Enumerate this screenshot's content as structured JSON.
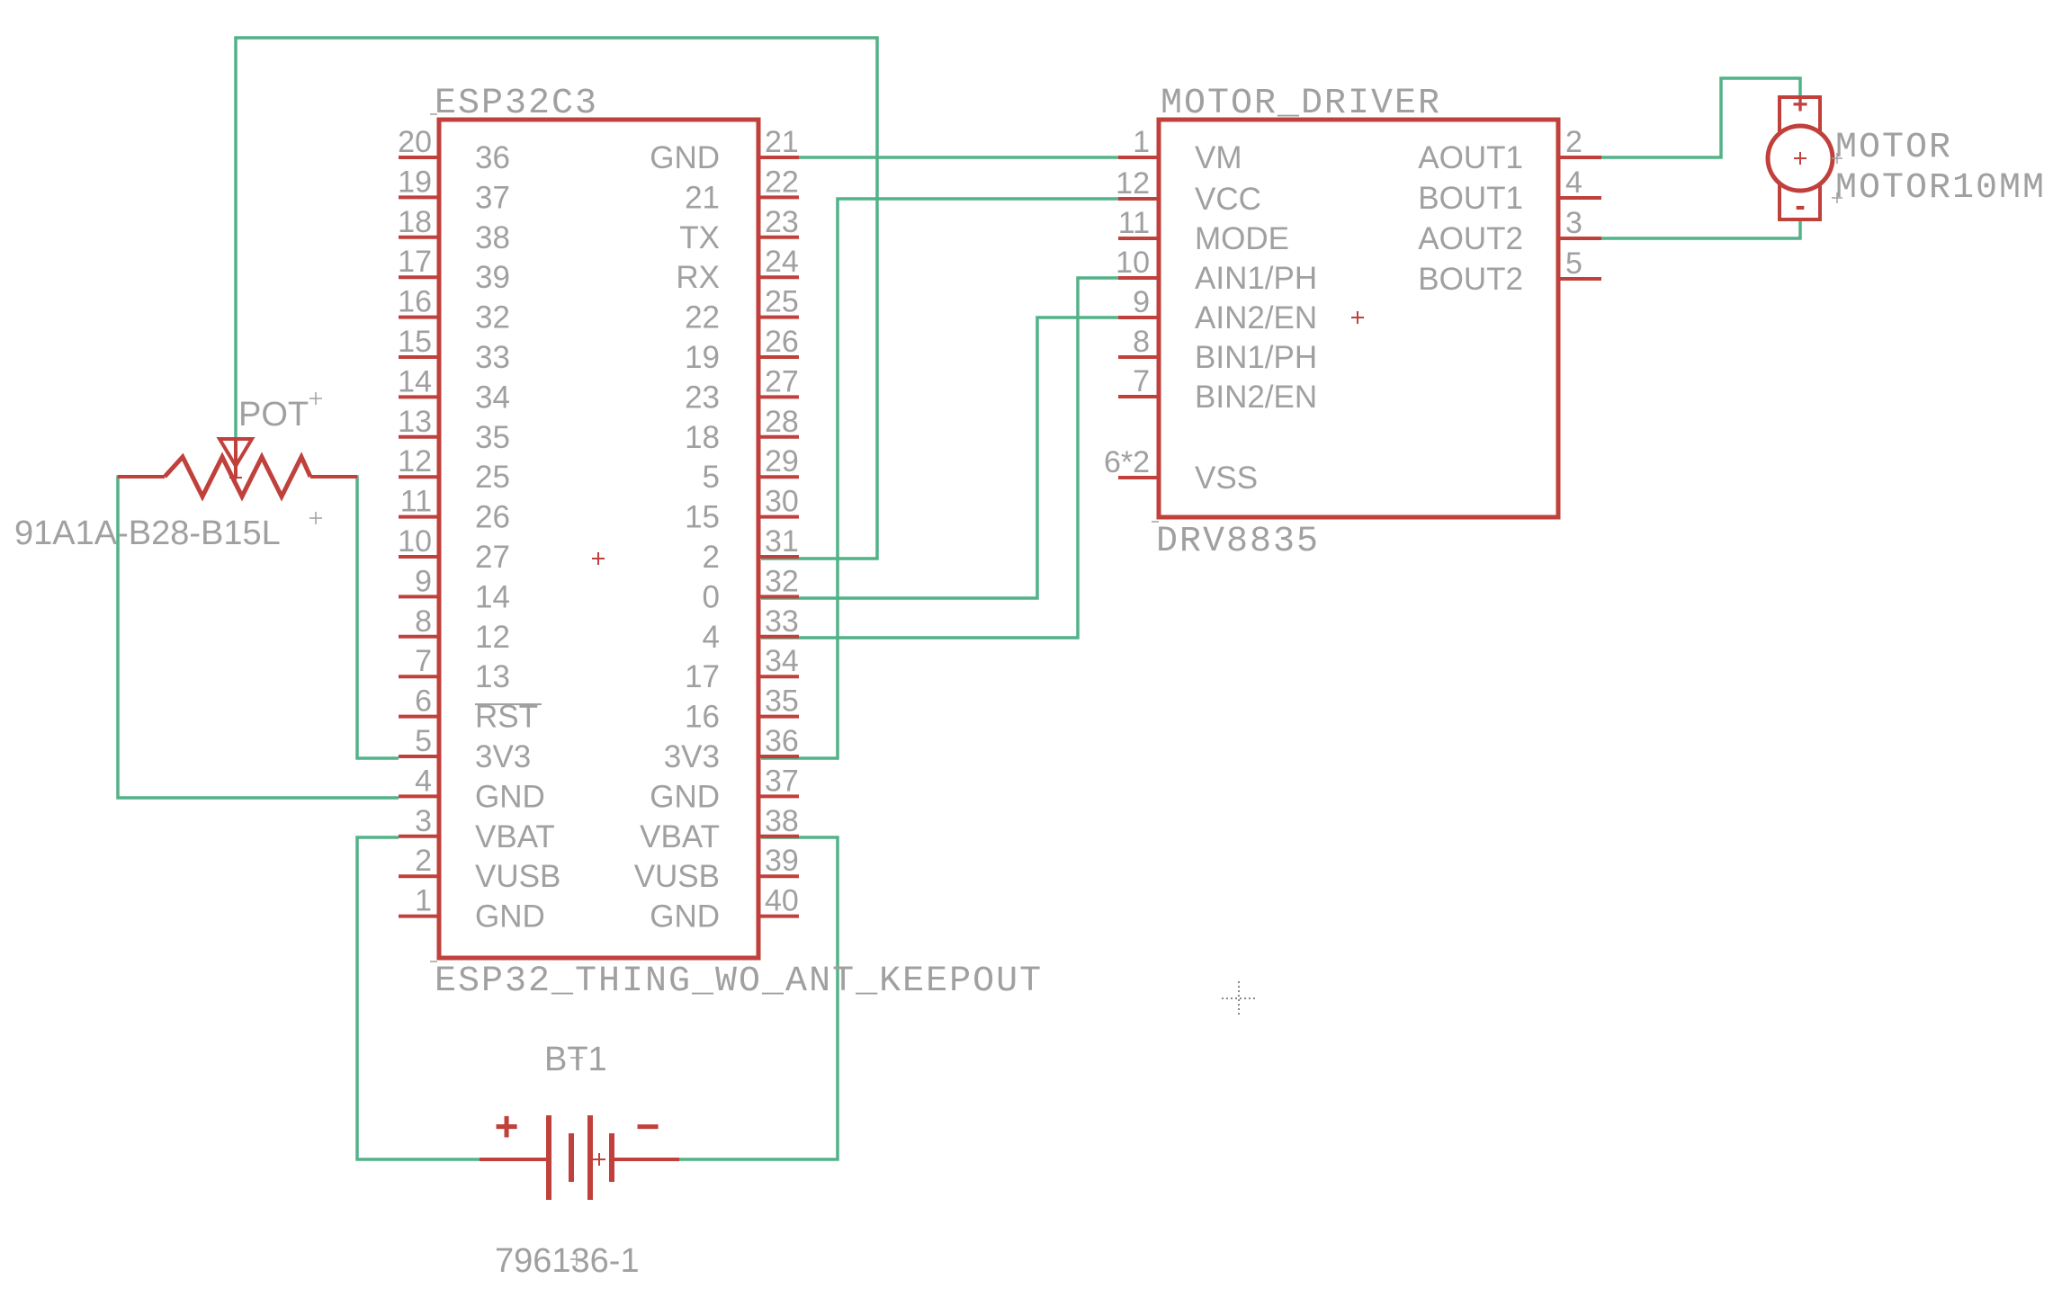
{
  "esp32": {
    "name": "ESP32C3",
    "value": "ESP32_THING_WO_ANT_KEEPOUT",
    "left_pins": [
      {
        "num": "20",
        "name": "36"
      },
      {
        "num": "19",
        "name": "37"
      },
      {
        "num": "18",
        "name": "38"
      },
      {
        "num": "17",
        "name": "39"
      },
      {
        "num": "16",
        "name": "32"
      },
      {
        "num": "15",
        "name": "33"
      },
      {
        "num": "14",
        "name": "34"
      },
      {
        "num": "13",
        "name": "35"
      },
      {
        "num": "12",
        "name": "25"
      },
      {
        "num": "11",
        "name": "26"
      },
      {
        "num": "10",
        "name": "27"
      },
      {
        "num": "9",
        "name": "14"
      },
      {
        "num": "8",
        "name": "12"
      },
      {
        "num": "7",
        "name": "13"
      },
      {
        "num": "6",
        "name": "RST"
      },
      {
        "num": "5",
        "name": "3V3"
      },
      {
        "num": "4",
        "name": "GND"
      },
      {
        "num": "3",
        "name": "VBAT"
      },
      {
        "num": "2",
        "name": "VUSB"
      },
      {
        "num": "1",
        "name": "GND"
      }
    ],
    "right_pins": [
      {
        "num": "21",
        "name": "GND"
      },
      {
        "num": "22",
        "name": "21"
      },
      {
        "num": "23",
        "name": "TX"
      },
      {
        "num": "24",
        "name": "RX"
      },
      {
        "num": "25",
        "name": "22"
      },
      {
        "num": "26",
        "name": "19"
      },
      {
        "num": "27",
        "name": "23"
      },
      {
        "num": "28",
        "name": "18"
      },
      {
        "num": "29",
        "name": "5"
      },
      {
        "num": "30",
        "name": "15"
      },
      {
        "num": "31",
        "name": "2"
      },
      {
        "num": "32",
        "name": "0"
      },
      {
        "num": "33",
        "name": "4"
      },
      {
        "num": "34",
        "name": "17"
      },
      {
        "num": "35",
        "name": "16"
      },
      {
        "num": "36",
        "name": "3V3"
      },
      {
        "num": "37",
        "name": "GND"
      },
      {
        "num": "38",
        "name": "VBAT"
      },
      {
        "num": "39",
        "name": "VUSB"
      },
      {
        "num": "40",
        "name": "GND"
      }
    ]
  },
  "driver": {
    "name": "MOTOR_DRIVER",
    "value": "DRV8835",
    "left_pins": [
      {
        "num": "1",
        "name": "VM"
      },
      {
        "num": "12",
        "name": "VCC"
      },
      {
        "num": "11",
        "name": "MODE"
      },
      {
        "num": "10",
        "name": "AIN1/PH"
      },
      {
        "num": "9",
        "name": "AIN2/EN"
      },
      {
        "num": "8",
        "name": "BIN1/PH"
      },
      {
        "num": "7",
        "name": "BIN2/EN"
      },
      {
        "num": "6*2",
        "name": "VSS"
      }
    ],
    "right_pins": [
      {
        "num": "2",
        "name": "AOUT1"
      },
      {
        "num": "4",
        "name": "BOUT1"
      },
      {
        "num": "3",
        "name": "AOUT2"
      },
      {
        "num": "5",
        "name": "BOUT2"
      }
    ]
  },
  "motor": {
    "name": "MOTOR",
    "value": "MOTOR10MM",
    "plus": "+",
    "minus": "-"
  },
  "pot": {
    "name": "POT",
    "value": "91A1A-B28-B15L"
  },
  "battery": {
    "name": "BT1",
    "value": "796136-1",
    "plus": "+",
    "minus": "−"
  },
  "colors": {
    "part": "#c0403c",
    "net": "#52b288",
    "text": "#a0a0a0",
    "background": "#ffffff"
  }
}
